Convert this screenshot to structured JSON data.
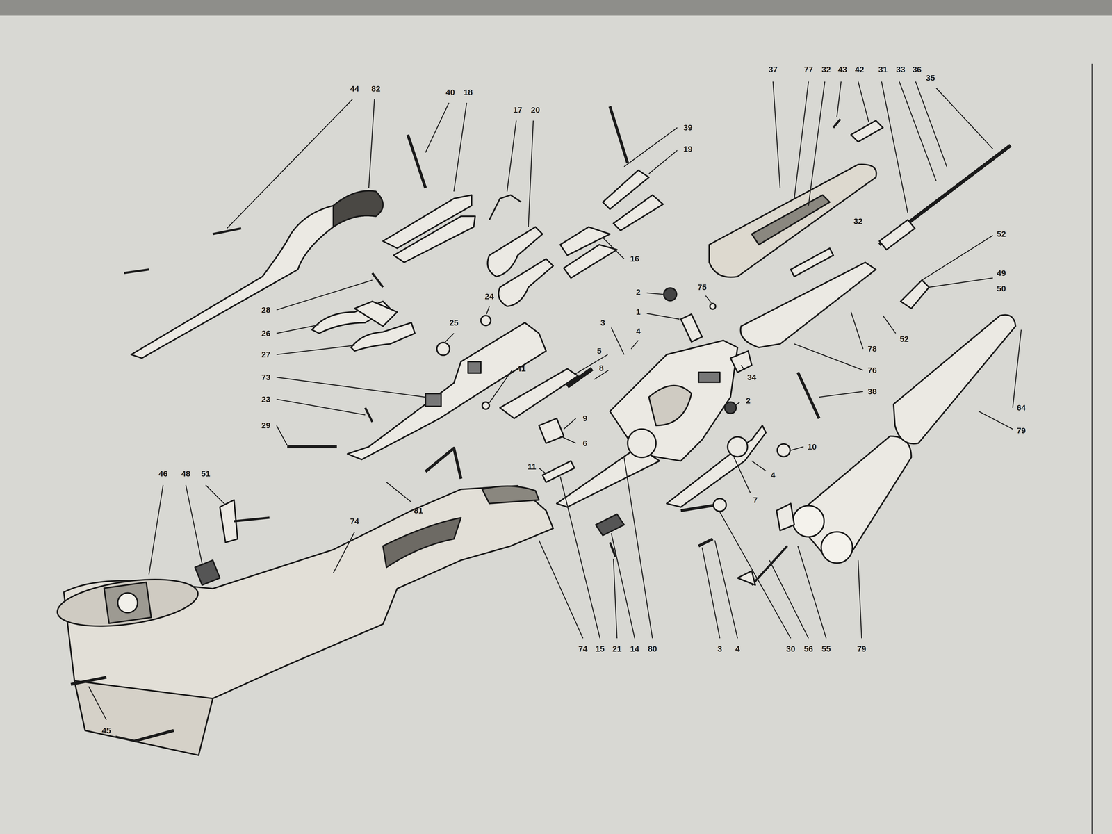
{
  "diagram": {
    "labels": [
      "44",
      "82",
      "40",
      "18",
      "17",
      "20",
      "39",
      "19",
      "37",
      "77",
      "32",
      "43",
      "42",
      "31",
      "33",
      "36",
      "35",
      "32",
      "52",
      "49",
      "50",
      "52",
      "16",
      "75",
      "2",
      "1",
      "3",
      "4",
      "5",
      "8",
      "24",
      "25",
      "28",
      "26",
      "27",
      "73",
      "23",
      "29",
      "41",
      "9",
      "6",
      "78",
      "76",
      "38",
      "34",
      "2",
      "64",
      "79",
      "10",
      "11",
      "4",
      "7",
      "51",
      "48",
      "46",
      "81",
      "74",
      "74",
      "15",
      "21",
      "14",
      "80",
      "3",
      "4",
      "30",
      "56",
      "55",
      "79",
      "45"
    ]
  }
}
